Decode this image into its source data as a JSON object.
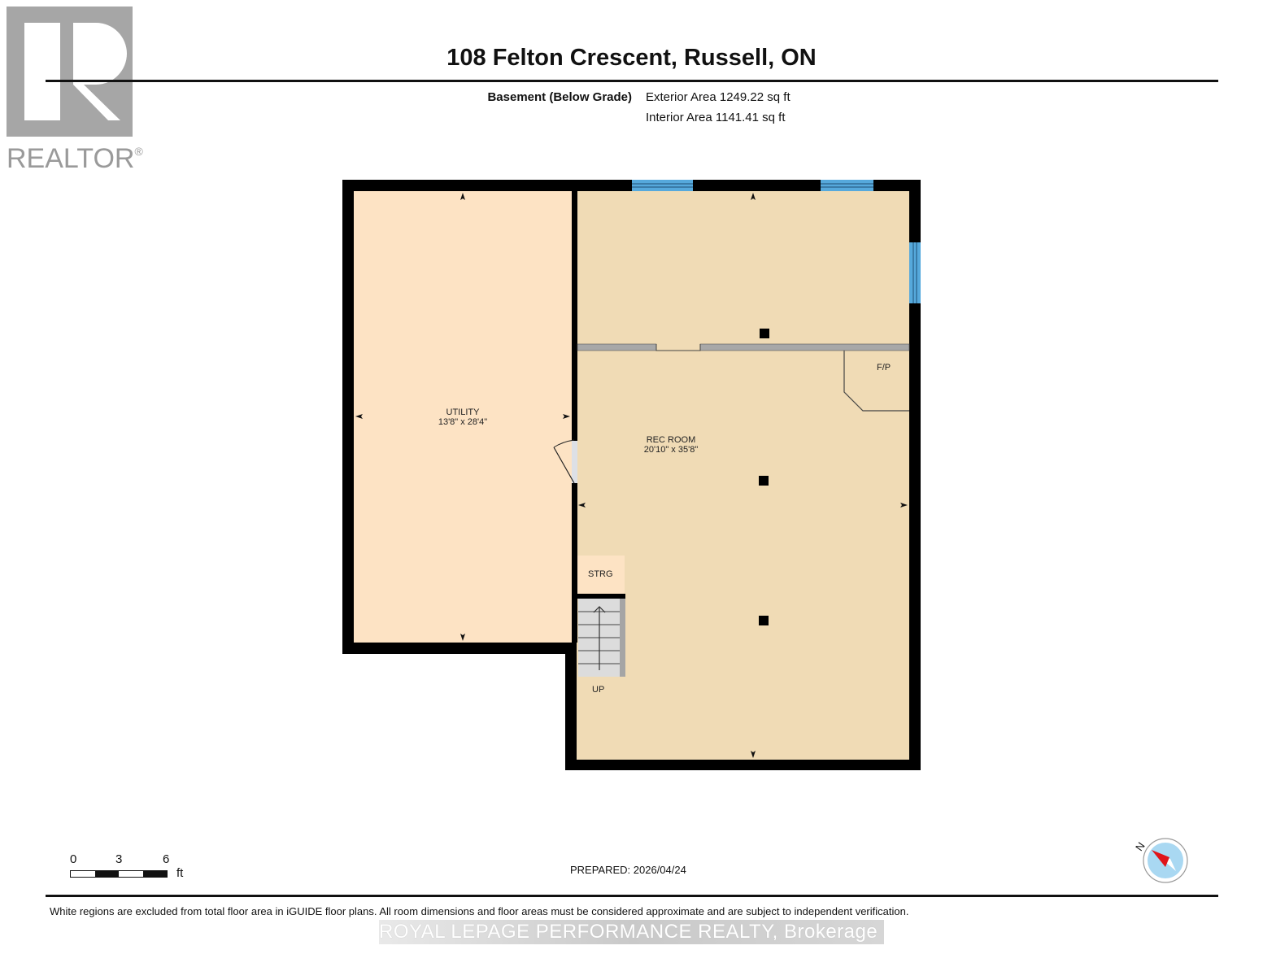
{
  "logo": {
    "text": "REALTOR",
    "registered": "®"
  },
  "header": {
    "title": "108 Felton Crescent, Russell, ON",
    "level_name": "Basement (Below Grade)",
    "exterior_area": "Exterior Area 1249.22 sq ft",
    "interior_area": "Interior Area 1141.41 sq ft"
  },
  "rooms": [
    {
      "name": "UTILITY",
      "dimensions": "13'8\" x 28'4\""
    },
    {
      "name": "REC ROOM",
      "dimensions": "20'10\" x 35'8\""
    }
  ],
  "labels": {
    "fireplace": "F/P",
    "storage": "STRG",
    "stairs": "UP"
  },
  "scale": {
    "ticks": [
      "0",
      "3",
      "6"
    ],
    "unit": "ft"
  },
  "compass": {
    "north_label": "N"
  },
  "footer": {
    "prepared": "PREPARED: 2026/04/24",
    "disclaimer": "White regions are excluded from total floor area in iGUIDE floor plans. All room dimensions and floor areas must be considered approximate and are subject to independent verification.",
    "brokerage": "ROYAL LEPAGE PERFORMANCE REALTY, Brokerage"
  },
  "colors": {
    "wall": "#000000",
    "utility_fill": "#fde3c4",
    "rec_fill": "#f0dbb5",
    "window": "#56a9dc",
    "interior_wall": "#a8a8a8",
    "stairs": "#dcdcdc",
    "compass_needle": "#e0141a",
    "compass_face": "#a9d8f2"
  }
}
